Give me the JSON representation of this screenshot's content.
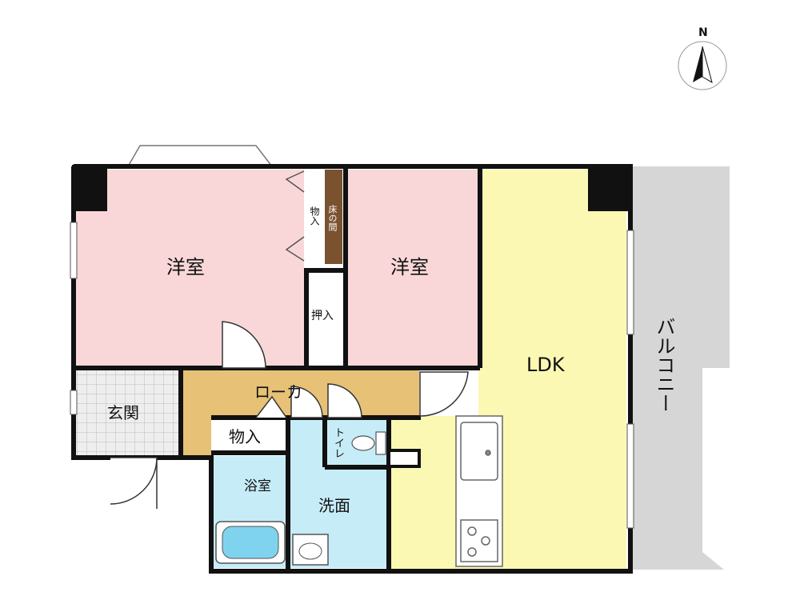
{
  "compass": {
    "north_label": "N"
  },
  "rooms": {
    "western_room_1": "洋室",
    "western_room_2": "洋室",
    "ldk": "LDK",
    "balcony": "バルコニー",
    "entrance": "玄関",
    "hallway": "ローカ",
    "storage_hall": "物入",
    "storage_closet": "物入",
    "oshiire": "押入",
    "tokonoma": "床の間",
    "bathroom": "浴室",
    "washroom": "洗面",
    "toilet": "トイレ"
  },
  "colors": {
    "wall": "#111111",
    "western_room": "#f9d7d8",
    "ldk": "#fbf8b3",
    "hallway": "#e6c176",
    "wet_area": "#c6ecf7",
    "balcony": "#d6d6d6",
    "entrance": "#e2e2e2",
    "tokonoma": "#7a5230"
  }
}
